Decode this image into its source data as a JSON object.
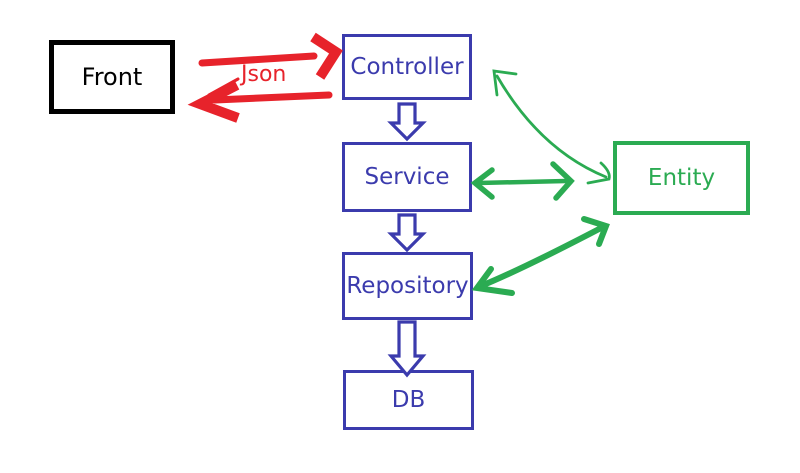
{
  "diagram": {
    "background_color": "#ffffff",
    "colors": {
      "blue": "#3b3bad",
      "green": "#2bab52",
      "red": "#e7232b",
      "black": "#000000"
    },
    "nodes": {
      "front": {
        "label": "Front",
        "border_color": "#000000"
      },
      "controller": {
        "label": "Controller",
        "border_color": "#3b3bad"
      },
      "service": {
        "label": "Service",
        "border_color": "#3b3bad"
      },
      "repository": {
        "label": "Repository",
        "border_color": "#3b3bad"
      },
      "db": {
        "label": "DB",
        "border_color": "#3b3bad"
      },
      "entity": {
        "label": "Entity",
        "border_color": "#2bab52"
      }
    },
    "edges": {
      "front_controller": {
        "from": "Front",
        "to": "Controller",
        "label": "Json",
        "direction": "bidirectional",
        "style": "two red hand-drawn arrows (right above, left below)",
        "color": "#e7232b"
      },
      "controller_service": {
        "from": "Controller",
        "to": "Service",
        "direction": "down",
        "style": "blue outlined block arrow",
        "color": "#3b3bad"
      },
      "service_repository": {
        "from": "Service",
        "to": "Repository",
        "direction": "down",
        "style": "blue outlined block arrow",
        "color": "#3b3bad"
      },
      "repository_db": {
        "from": "Repository",
        "to": "DB",
        "direction": "down",
        "style": "blue outlined block arrow",
        "color": "#3b3bad"
      },
      "controller_entity": {
        "from": "Controller",
        "to": "Entity",
        "direction": "bidirectional",
        "style": "thin green curved hand-drawn arrow",
        "color": "#2bab52"
      },
      "service_entity": {
        "from": "Service",
        "to": "Entity",
        "direction": "bidirectional",
        "style": "thick green horizontal hand-drawn arrow",
        "color": "#2bab52"
      },
      "repository_entity": {
        "from": "Repository",
        "to": "Entity",
        "direction": "bidirectional",
        "style": "thick green diagonal hand-drawn arrow",
        "color": "#2bab52"
      }
    }
  }
}
